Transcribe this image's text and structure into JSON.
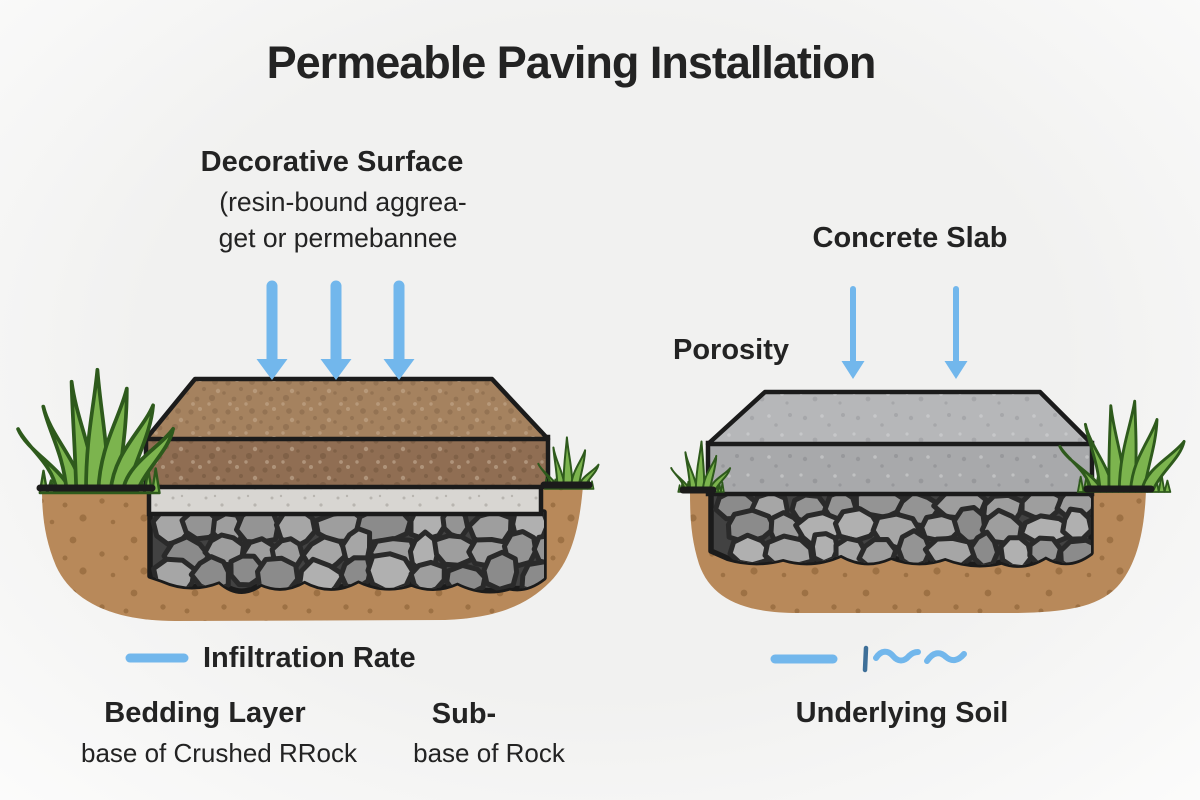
{
  "title": "Permeable Paving Installation",
  "left_diagram": {
    "surface_label": "Decorative Surface",
    "surface_note_line1": "(resin-bound aggrea-",
    "surface_note_line2": "get or permebannee",
    "legend_label": "Infiltration Rate",
    "bedding_label": "Bedding Layer",
    "bedding_note": "base of Crushed RRock",
    "subbase_label": "Sub-",
    "subbase_note": "base of Rock"
  },
  "right_diagram": {
    "slab_label": "Concrete Slab",
    "porosity_label": "Porosity",
    "soil_label": "Underlying Soil"
  },
  "icons": {
    "infiltration_arrows": "down-arrow-icon (3 blue arrows over permeable paving)",
    "porosity_arrows": "down-arrow-icon (2 blue arrows over concrete slab)",
    "infiltration_legend_marker": "blue-line-icon",
    "soil_legend_markers": "blue-line-icon, tick-icon, wave-icon, wave-icon"
  },
  "colors": {
    "background": "#f6f6f5",
    "text": "#232323",
    "arrow_blue": "#72b7ec",
    "legend_tick": "#3e6f98",
    "soil": "#b8895a",
    "soil_speckle": "#8a6136",
    "grass": "#7cb44e",
    "grass_outline": "#2e5a1c",
    "surface_top": "#a5825f",
    "surface_front": "#906e53",
    "bedding_gray": "#d8d6d2",
    "stone_bg": "#424242",
    "stone_greys": [
      "#a6a6a6",
      "#949494",
      "#b0b0b0",
      "#8b8b8b",
      "#9e9e9e"
    ],
    "concrete_top": "#b6b7b9",
    "concrete_front": "#a8a9ab",
    "outline": "#1b1b1b"
  }
}
